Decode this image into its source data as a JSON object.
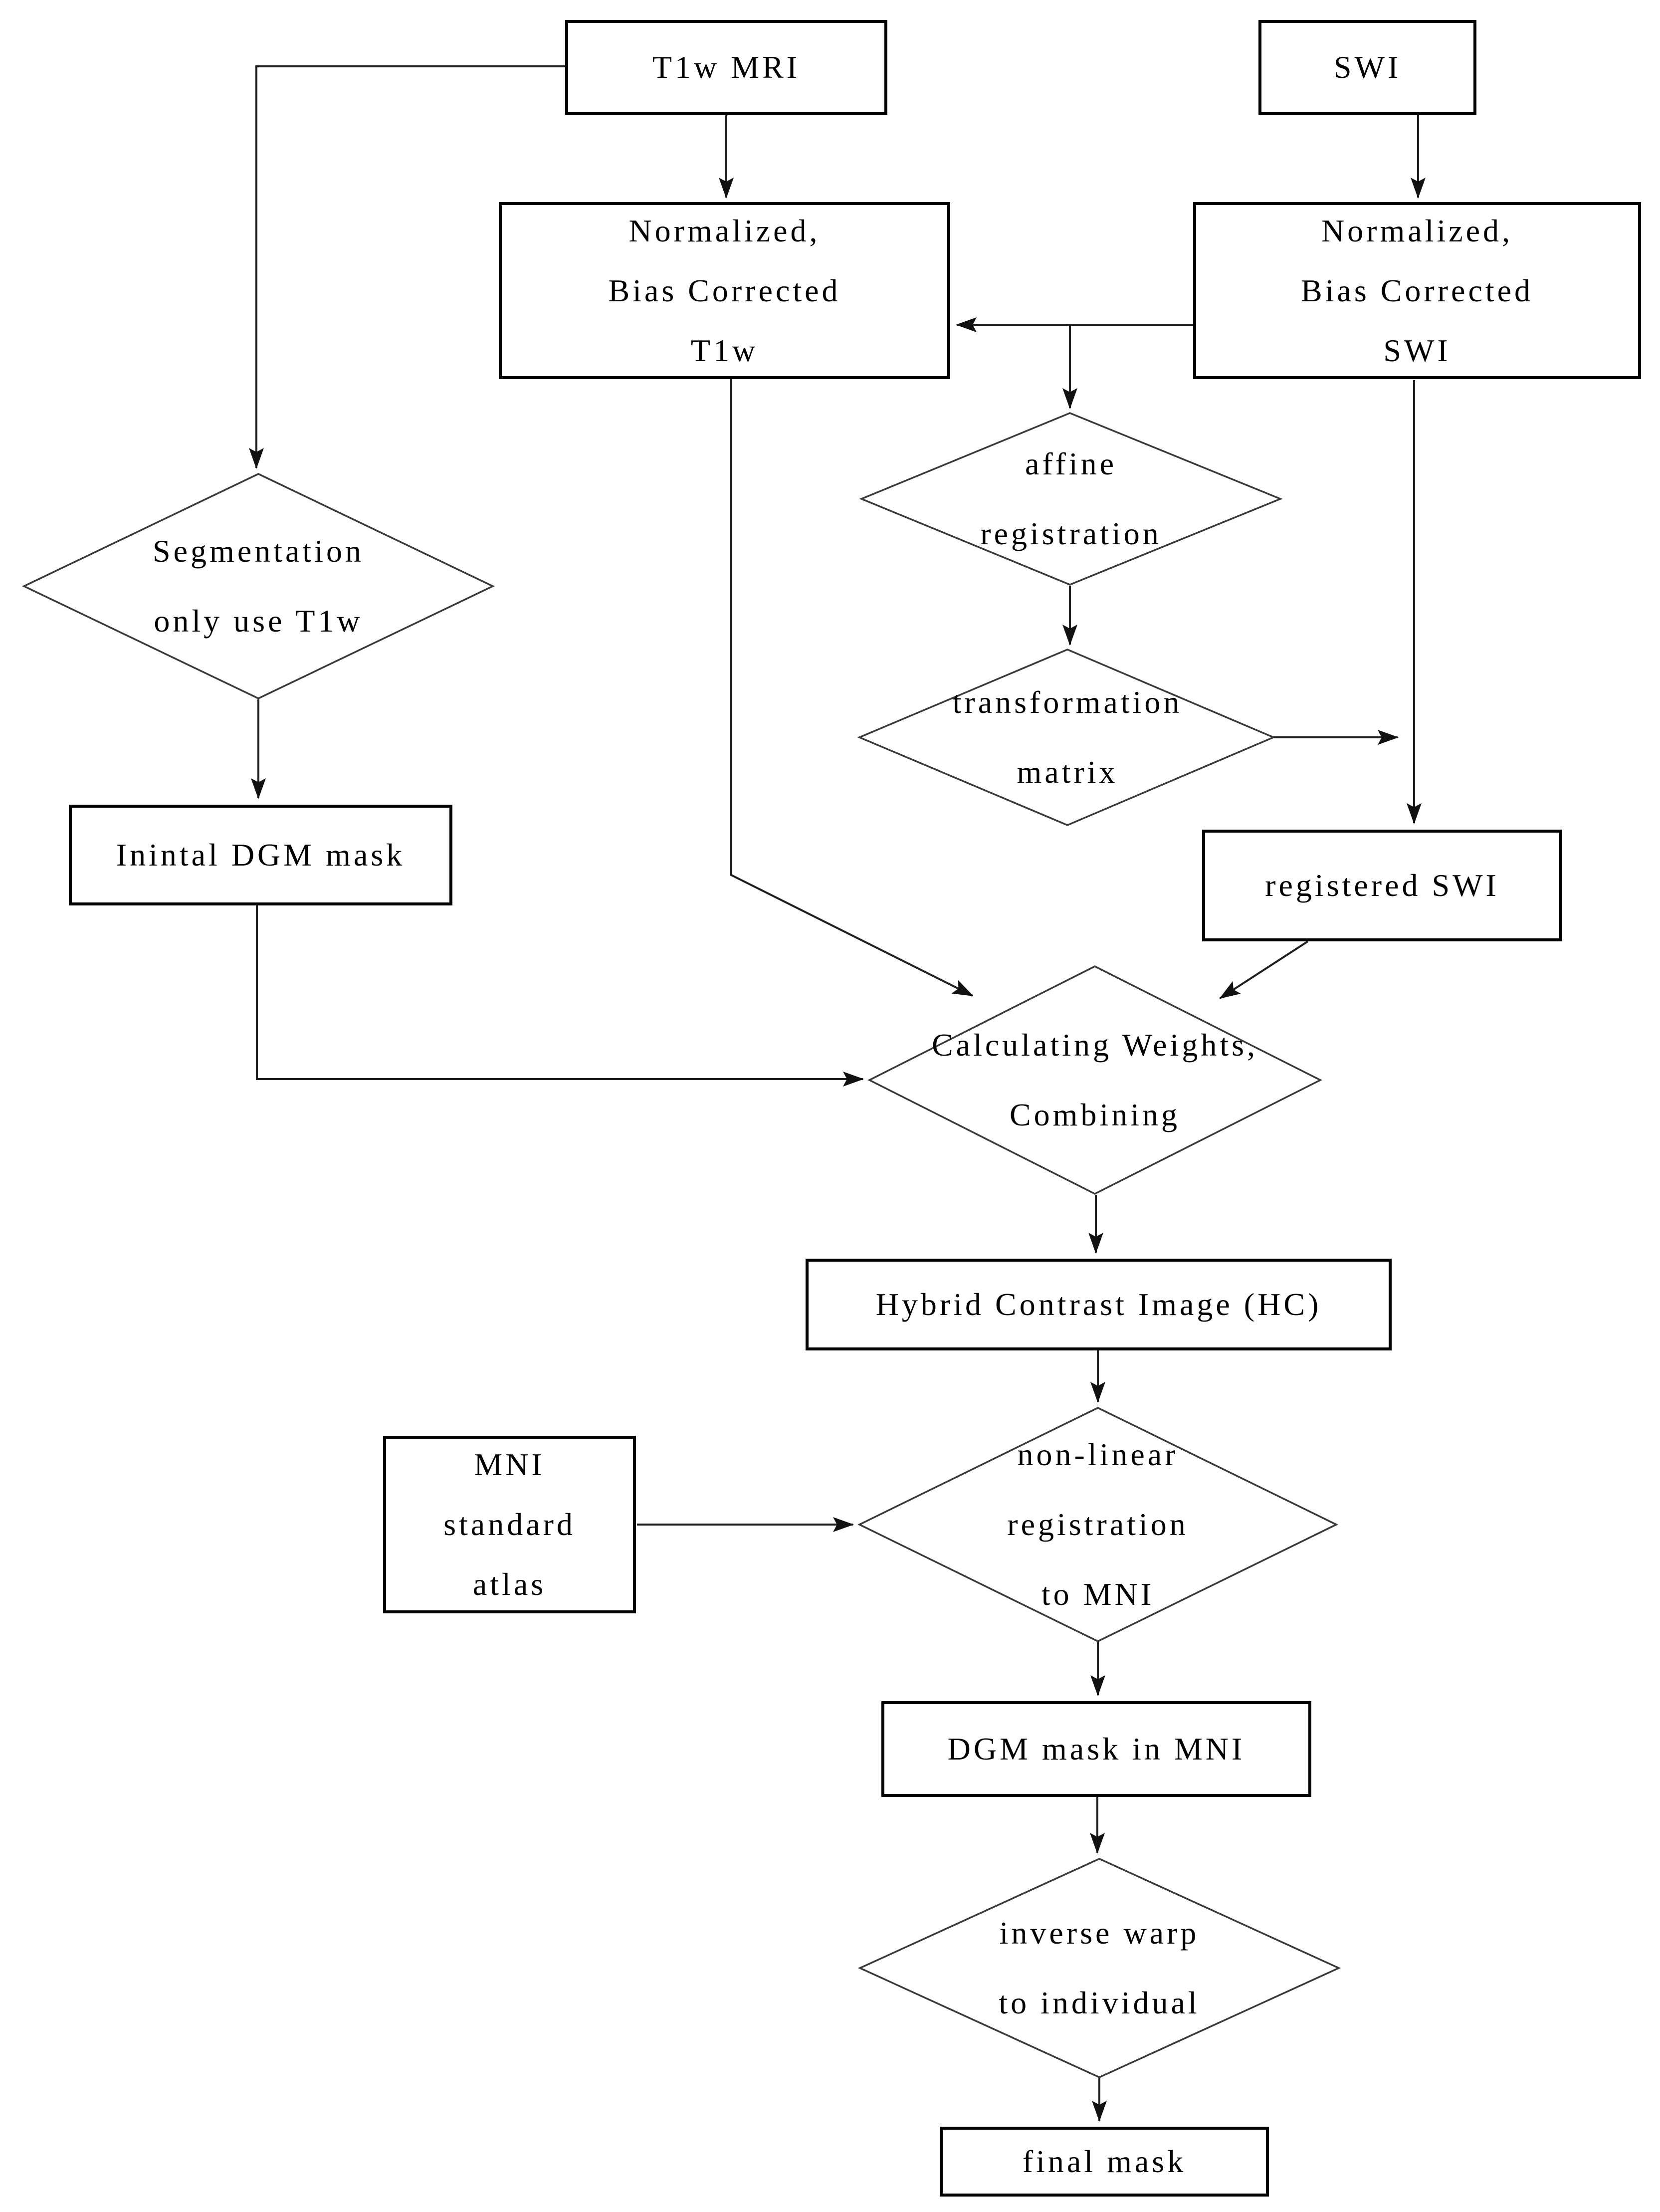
{
  "nodes": {
    "t1w_mri": {
      "label": "T1w MRI",
      "shape": "rectangle"
    },
    "swi": {
      "label": "SWI",
      "shape": "rectangle"
    },
    "norm_t1w": {
      "label": "Normalized,\nBias Corrected\nT1w",
      "shape": "rectangle"
    },
    "norm_swi": {
      "label": "Normalized,\nBias Corrected\nSWI",
      "shape": "rectangle"
    },
    "segmentation": {
      "label": "Segmentation\nonly use T1w",
      "shape": "diamond"
    },
    "affine_reg": {
      "label": "affine\nregistration",
      "shape": "diamond"
    },
    "transform_matrix": {
      "label": "transformation\nmatrix",
      "shape": "diamond"
    },
    "initial_dgm": {
      "label": "Inintal DGM mask",
      "shape": "rectangle"
    },
    "registered_swi": {
      "label": "registered SWI",
      "shape": "rectangle"
    },
    "calc_weights": {
      "label": "Calculating Weights,\nCombining",
      "shape": "diamond"
    },
    "hybrid_contrast": {
      "label": "Hybrid Contrast Image (HC)",
      "shape": "rectangle"
    },
    "mni_atlas": {
      "label": "MNI\nstandard\natlas",
      "shape": "rectangle"
    },
    "nonlinear_reg": {
      "label": "non-linear\nregistration\nto MNI",
      "shape": "diamond"
    },
    "dgm_mni": {
      "label": "DGM mask in MNI",
      "shape": "rectangle"
    },
    "inverse_warp": {
      "label": "inverse warp\nto individual",
      "shape": "diamond"
    },
    "final_mask": {
      "label": "final mask",
      "shape": "rectangle"
    }
  },
  "colors": {
    "background": "#ffffff",
    "box_border": "#000000",
    "diamond_border": "#3a3a3a",
    "connector": "#1f1f1f",
    "text": "#000000"
  }
}
